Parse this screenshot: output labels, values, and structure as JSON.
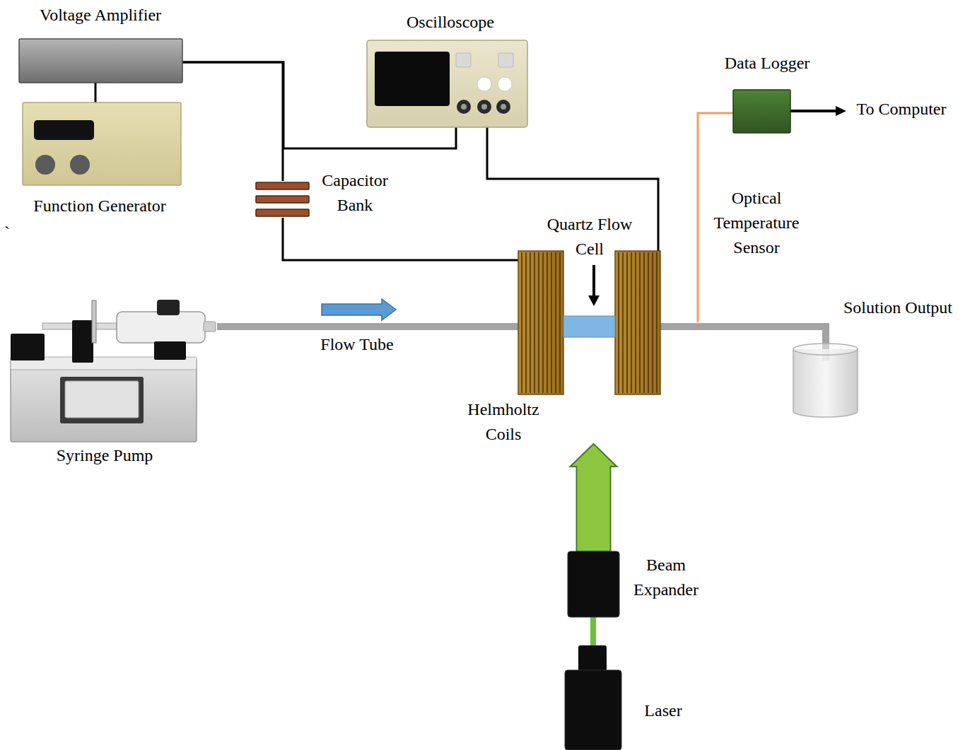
{
  "diagram": {
    "nodes": [
      {
        "text": [
          "Voltage Amplifier"
        ]
      },
      {
        "text": [
          "Function Generator"
        ]
      },
      {
        "text": [
          "Oscilloscope"
        ]
      },
      {
        "text": [
          "Capacitor Bank"
        ]
      },
      {
        "text": [
          "Helmholtz Coils"
        ]
      },
      {
        "text": [
          "Quartz Flow Cell"
        ]
      },
      {
        "text": [
          "Data Logger"
        ]
      },
      {
        "text": [
          "Syringe Pump"
        ]
      },
      {
        "text": [
          "Beam Expander"
        ]
      },
      {
        "text": [
          "Laser"
        ]
      },
      {
        "text": [
          "Solution Output"
        ]
      }
    ],
    "edges": [
      {
        "from": 0,
        "to": 1,
        "arrow": "none"
      },
      {
        "from": 0,
        "to": 3,
        "arrow": "none"
      },
      {
        "from": 0,
        "to": 2,
        "arrow": "none"
      },
      {
        "from": 3,
        "to": 4,
        "arrow": "none"
      },
      {
        "from": 2,
        "to": 4,
        "arrow": "none"
      },
      {
        "from": 7,
        "to": 5,
        "arrow": "none"
      },
      {
        "from": 5,
        "to": 10,
        "arrow": "none"
      },
      {
        "from": 9,
        "to": 8,
        "arrow": "none"
      },
      {
        "from": 8,
        "to": 5,
        "arrow": "to"
      }
    ],
    "labels": [
      "Flow Tube",
      "Optical Temperature Sensor",
      "To Computer",
      "`"
    ]
  }
}
